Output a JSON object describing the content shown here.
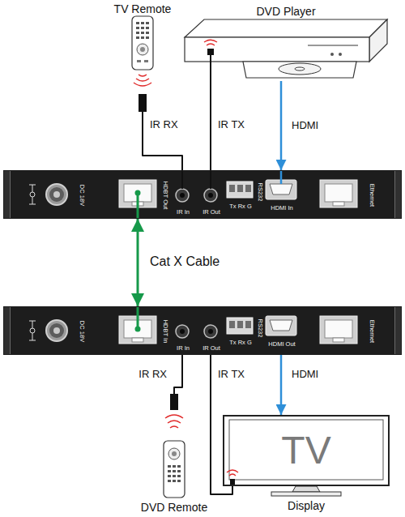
{
  "diagram": {
    "nodes": [
      {
        "text": [
          "TV Remote"
        ]
      },
      {
        "text": [
          "DVD Player"
        ]
      },
      {
        "text": [
          "DC 18V",
          "HDBT Out",
          "IR In",
          "IR Out",
          "Tx Rx G",
          "RS232",
          "HDMI In",
          "Ethernet"
        ]
      },
      {
        "text": [
          "DC 18V",
          "HDBT In",
          "IR In",
          "IR Out",
          "Tx Rx G",
          "RS232",
          "HDMI Out",
          "Ethernet"
        ]
      },
      {
        "text": [
          "DVD Remote"
        ]
      },
      {
        "text": [
          "TV",
          "Display"
        ]
      }
    ],
    "edges": [
      {
        "from": 0,
        "to": 2,
        "label": "IR RX",
        "arrow": "none"
      },
      {
        "from": 2,
        "to": 1,
        "label": "IR TX",
        "arrow": "none"
      },
      {
        "from": 1,
        "to": 2,
        "label": "HDMI",
        "arrow": "to"
      },
      {
        "from": 2,
        "to": 3,
        "label": "Cat X Cable",
        "arrow": "both"
      },
      {
        "from": 4,
        "to": 3,
        "label": "IR RX",
        "arrow": "none"
      },
      {
        "from": 3,
        "to": 5,
        "label": "IR TX",
        "arrow": "none"
      },
      {
        "from": 3,
        "to": 5,
        "label": "HDMI",
        "arrow": "to"
      }
    ]
  }
}
